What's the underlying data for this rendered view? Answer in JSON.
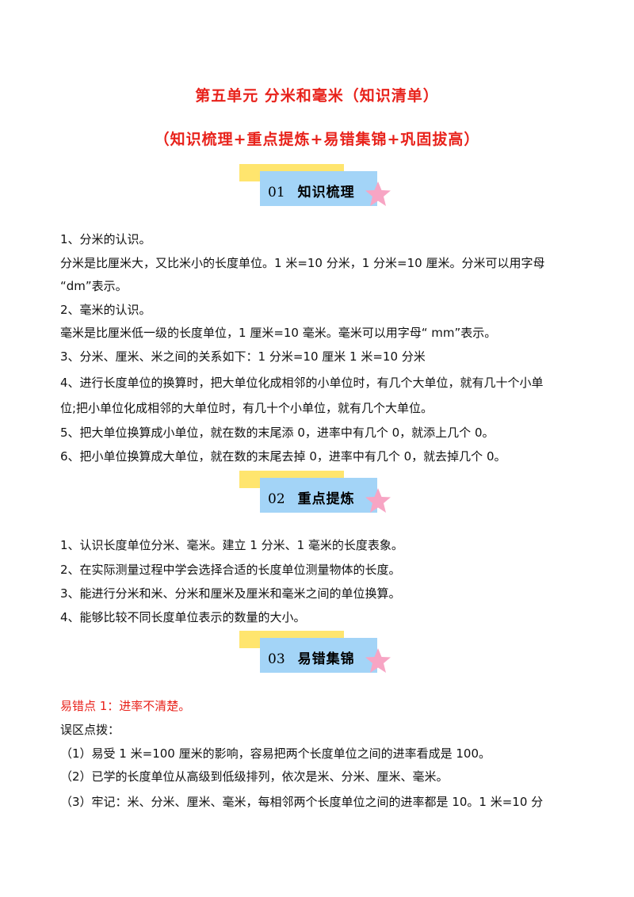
{
  "title_main": "第五单元  分米和毫米（知识清单）",
  "title_sub": "（知识梳理+重点提炼+易错集锦+巩固拔高）",
  "sections": [
    {
      "num": "01",
      "name": "知识梳理"
    },
    {
      "num": "02",
      "name": "重点提炼"
    },
    {
      "num": "03",
      "name": "易错集锦"
    }
  ],
  "colors": {
    "title": "#e8221b",
    "banner_yellow": "#ffe56e",
    "banner_blue": "#a3d4f7",
    "star": "#f7a5c4"
  },
  "section1_lines": [
    "1、分米的认识。",
    "分米是比厘米大，又比米小的长度单位。1 米=10 分米，1 分米=10 厘米。分米可以用字母",
    "“dm”表示。",
    "2、毫米的认识。",
    "毫米是比厘米低一级的长度单位，1 厘米=10 毫米。毫米可以用字母“ mm”表示。",
    "3、分米、厘米、米之间的关系如下：1 分米=10 厘米 1 米=10 分米",
    "4、进行长度单位的换算时，把大单位化成相邻的小单位时，有几个大单位，就有几十个小单",
    "位;把小单位化成相邻的大单位时，有几十个小单位，就有几个大单位。",
    "5、把大单位换算成小单位，就在数的末尾添 0，进率中有几个 0，就添上几个 0。",
    "6、把小单位换算成大单位，就在数的末尾去掉 0，进率中有几个 0，就去掉几个 0。"
  ],
  "section2_lines": [
    "1、认识长度单位分米、毫米。建立 1 分米、1 毫米的长度表象。",
    "2、在实际测量过程中学会选择合适的长度单位测量物体的长度。",
    "3、能进行分米和米、分米和厘米及厘米和毫米之间的单位换算。",
    "4、能够比较不同长度单位表示的数量的大小。"
  ],
  "section3": {
    "point_title": "易错点 1：进率不清楚。",
    "intro": "误区点拨：",
    "items": [
      "（1）易受 1 米=100 厘米的影响，容易把两个长度单位之间的进率看成是 100。",
      "（2）已学的长度单位从高级到低级排列，依次是米、分米、厘米、毫米。",
      "（3）牢记：米、分米、厘米、毫米，每相邻两个长度单位之间的进率都是 10。1  米=10  分"
    ]
  }
}
